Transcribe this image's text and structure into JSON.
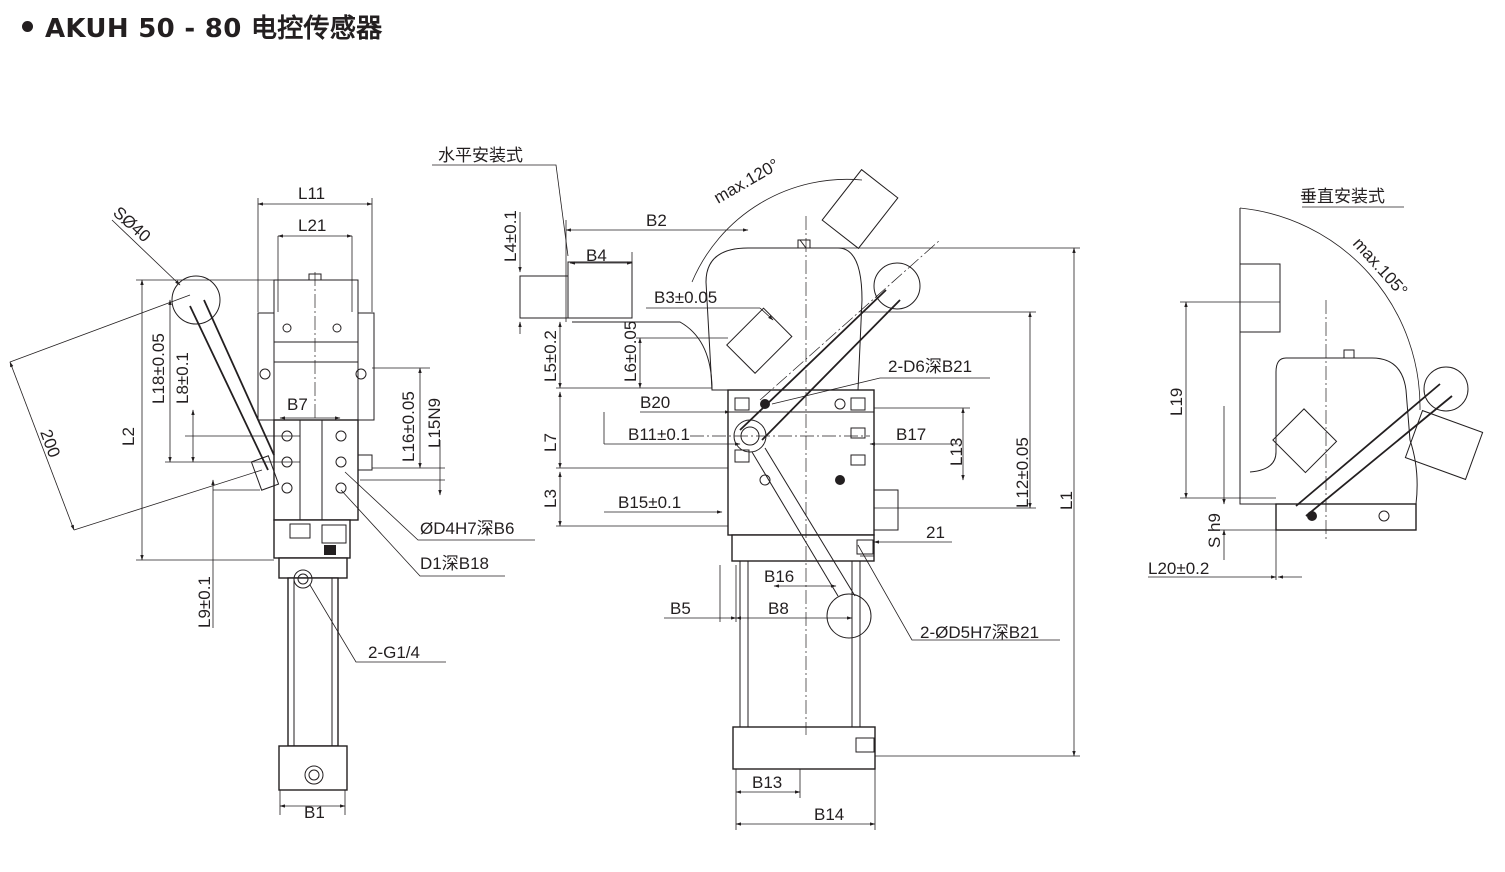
{
  "title": "AKUH 50 - 80 电控传感器",
  "views": {
    "horizontal_mount": "水平安装式",
    "vertical_mount": "垂直安装式"
  },
  "angles": {
    "max_120": "max.120°",
    "max_105": "max.105°"
  },
  "labels": {
    "L11": "L11",
    "L21": "L21",
    "SO40": "SØ40",
    "L18": "L18±0.05",
    "L8": "L8±0.1",
    "L2": "L2",
    "d200": "200",
    "B7": "B7",
    "L16": "L16±0.05",
    "L15": "L15N9",
    "D4H7": "ØD4H7深B6",
    "D1": "D1深B18",
    "L9": "L9±0.1",
    "G14": "2-G1/4",
    "B1": "B1",
    "L4": "L4±0.1",
    "B2": "B2",
    "B4": "B4",
    "B3": "B3±0.05",
    "L5": "L5±0.2",
    "L6": "L6±0.05",
    "B20": "B20",
    "L7": "L7",
    "B11": "B11±0.1",
    "L3": "L3",
    "B15": "B15±0.1",
    "B5": "B5",
    "B8": "B8",
    "B16": "B16",
    "B13": "B13",
    "B14": "B14",
    "D6": "2-D6深B21",
    "B17": "B17",
    "L13": "L13",
    "L12": "L12±0.05",
    "d21": "21",
    "D5H7": "2-ØD5H7深B21",
    "L1": "L1",
    "L19": "L19",
    "Sh9": "S h9",
    "L20": "L20±0.2"
  }
}
